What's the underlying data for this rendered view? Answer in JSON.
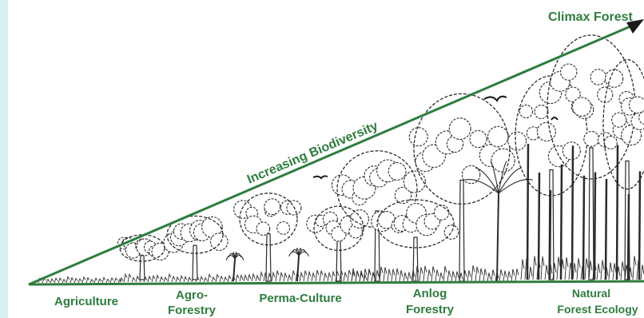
{
  "diagram": {
    "colors": {
      "accent": "#2e7d3e",
      "ink": "#2b2b2b",
      "edge": "#d8f0f2"
    },
    "arrow_label": "Climax Forest",
    "slope_label": "Increasing Biodiversity",
    "stages": [
      {
        "lines": [
          "Agriculture"
        ]
      },
      {
        "lines": [
          "Agro-",
          "Forestry"
        ]
      },
      {
        "lines": [
          "Perma-Culture"
        ]
      },
      {
        "lines": [
          "Anlog",
          "Forestry"
        ]
      },
      {
        "lines": [
          "Natural",
          "Forest Ecology"
        ]
      }
    ]
  }
}
